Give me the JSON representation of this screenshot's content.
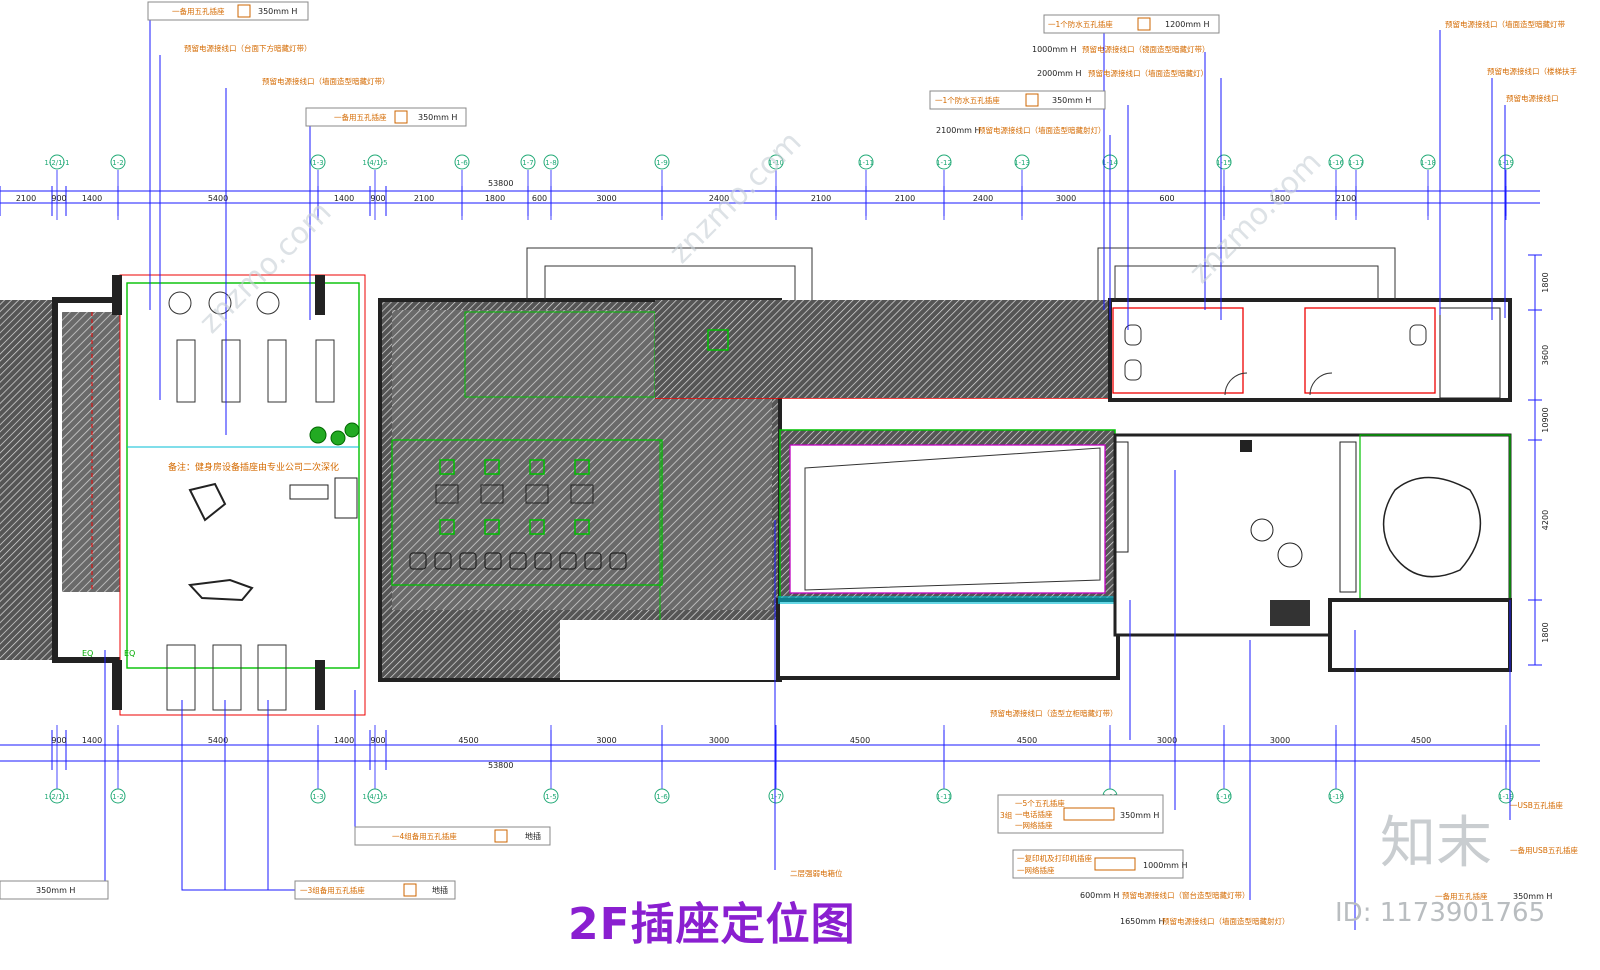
{
  "title": "2F插座定位图",
  "watermark": {
    "site": "znzmo.com",
    "brand": "知末",
    "id": "ID: 1173901765"
  },
  "notes_top_left": [
    {
      "prefix": "一备用五孔插座",
      "value": "350mm H"
    },
    {
      "text": "预留电源接线口（台面下方暗藏灯带）"
    },
    {
      "text": "预留电源接线口（墙面造型暗藏灯带）"
    },
    {
      "prefix": "一备用五孔插座",
      "value": "350mm H"
    }
  ],
  "notes_top_right": [
    {
      "prefix": "一1个防水五孔插座",
      "value": "1200mm H"
    },
    {
      "height": "1000mm H",
      "text": "预留电源接线口（镜面造型暗藏灯带）"
    },
    {
      "height": "2000mm H",
      "text": "预留电源接线口（墙面造型暗藏灯）"
    },
    {
      "prefix": "一1个防水五孔插座",
      "value": "350mm H"
    },
    {
      "height": "2100mm H",
      "text": "预留电源接线口（墙面造型暗藏射灯）"
    },
    {
      "text": "预留电源接线口（墙面造型暗藏灯带"
    },
    {
      "text": "预留电源接线口（楼梯扶手"
    },
    {
      "text": "预留电源接线口"
    }
  ],
  "note_gym": "备注：健身房设备插座由专业公司二次深化",
  "notes_bottom": [
    {
      "text": "预留电源接线口（造型立柜暗藏灯带）"
    },
    {
      "prefix": "一4组备用五孔插座",
      "value": "地插"
    },
    {
      "prefix": "一3组备用五孔插座",
      "value": "地插"
    },
    {
      "text": "350mm H"
    },
    {
      "text": "二层强弱电箱位"
    },
    {
      "group": "3组",
      "lines": [
        "一5个五孔插座",
        "一电话插座",
        "一网络插座"
      ],
      "value": "350mm H"
    },
    {
      "lines": [
        "一复印机及打印机插座",
        "一网络插座"
      ],
      "value": "1000mm H"
    },
    {
      "height": "600mm H",
      "text": "预留电源接线口（窗台造型暗藏灯带）"
    },
    {
      "height": "1650mm H",
      "text": "预留电源接线口（墙面造型暗藏射灯）"
    },
    {
      "text": "一USB五孔插座"
    },
    {
      "text": "一备用USB五孔插座"
    },
    {
      "text": "一备用五孔插座",
      "value": "350mm H"
    }
  ],
  "dims_top": [
    "2100",
    "900",
    "1400",
    "5400",
    "1400",
    "900",
    "2100",
    "1800",
    "600",
    "3000",
    "2400",
    "2100",
    "2100",
    "2400",
    "3000",
    "600",
    "1800",
    "2100"
  ],
  "total_dim": "53800",
  "dims_bottom": [
    "900",
    "1400",
    "5400",
    "1400",
    "900",
    "4500",
    "3000",
    "3000",
    "4500",
    "4500",
    "3000",
    "3000",
    "4500"
  ],
  "dims_right": [
    "1800",
    "3600",
    "10900",
    "4200",
    "1800"
  ],
  "axes_top": [
    "1-2/1-1",
    "1-2",
    "1-3",
    "1-4/1-5",
    "1-6",
    "1-7",
    "1-8",
    "1-9",
    "1-10",
    "1-11",
    "1-12",
    "1-13",
    "1-14",
    "1-15",
    "1-16",
    "1-17",
    "1-18",
    "1-19"
  ],
  "axes_bottom": [
    "1-2/1-1",
    "1-2",
    "1-3",
    "1-4/1-5",
    "1-5",
    "1-6",
    "1-7",
    "1-11",
    "1-15",
    "1-16",
    "1-18",
    "1-19"
  ],
  "colors": {
    "wall_hatch": "#333333",
    "accent_green": "#00c000",
    "cyan": "#00bcd4",
    "red": "#e00000",
    "magenta": "#c000c0",
    "blue_dim": "#1a1aff",
    "note_orange": "#d46a00",
    "title_purple": "#8a1fd0"
  },
  "labels_misc": [
    "EQ",
    "EQ"
  ]
}
